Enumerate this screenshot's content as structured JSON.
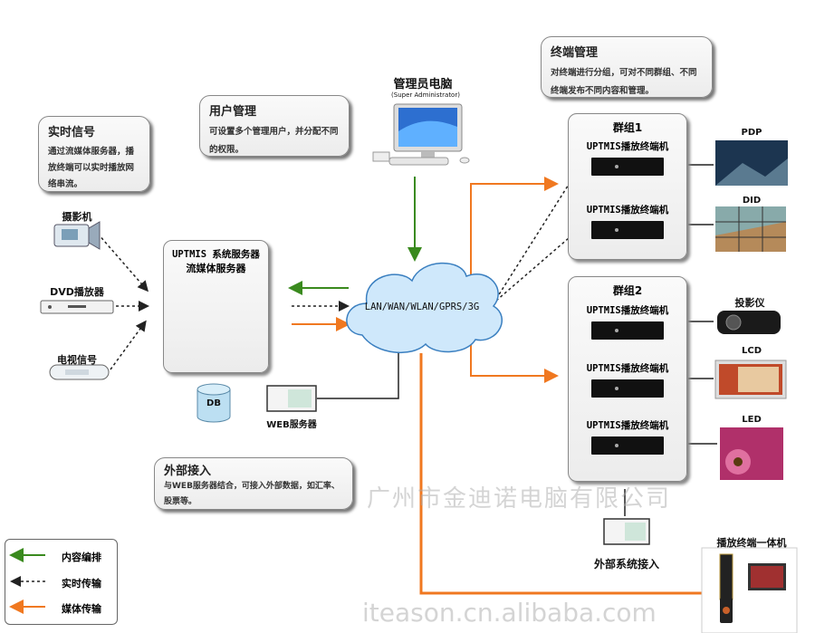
{
  "colors": {
    "content": "#3a8a1e",
    "media": "#f07820",
    "realtime": "#222222"
  },
  "notes": {
    "realtime": {
      "title": "实时信号",
      "desc": "通过流媒体服务器，播放终端可以实时播放网络串流。"
    },
    "user": {
      "title": "用户管理",
      "desc": "可设置多个管理用户，并分配不同的权限。"
    },
    "terminal": {
      "title": "终端管理",
      "desc": "对终端进行分组，可对不同群组、不同终端发布不同内容和管理。"
    },
    "external": {
      "title": "外部接入",
      "desc": "与WEB服务器结合，可接入外部数据，如汇率、股票等。"
    }
  },
  "admin": {
    "title": "管理员电脑",
    "subtitle": "(Super Administrator)"
  },
  "network": {
    "label": "LAN/WAN/WLAN/GPRS/3G"
  },
  "server": {
    "line1": "UPTMIS 系统服务器",
    "line2": "流媒体服务器"
  },
  "sources": [
    {
      "label": "摄影机",
      "icon": "video-camera-icon"
    },
    {
      "label": "DVD播放器",
      "icon": "dvd-player-icon"
    },
    {
      "label": "电视信号",
      "icon": "tv-receiver-icon"
    }
  ],
  "db": {
    "label": "DB"
  },
  "web": {
    "label": "WEB服务器"
  },
  "groups": [
    {
      "title": "群组1",
      "terminals": [
        "UPTMIS播放终端机",
        "UPTMIS播放终端机"
      ]
    },
    {
      "title": "群组2",
      "terminals": [
        "UPTMIS播放终端机",
        "UPTMIS播放终端机",
        "UPTMIS播放终端机"
      ]
    }
  ],
  "displays": [
    "PDP",
    "DID",
    "投影仪",
    "LCD",
    "LED"
  ],
  "external_system": {
    "label": "外部系统接入"
  },
  "all_in_one": {
    "label": "播放终端一体机"
  },
  "legend": [
    {
      "label": "内容编排",
      "type": "content"
    },
    {
      "label": "实时传输",
      "type": "realtime"
    },
    {
      "label": "媒体传输",
      "type": "media"
    }
  ],
  "watermark": {
    "line1": "广州市金迪诺电脑有限公司",
    "line2": "iteason.cn.alibaba.com"
  }
}
